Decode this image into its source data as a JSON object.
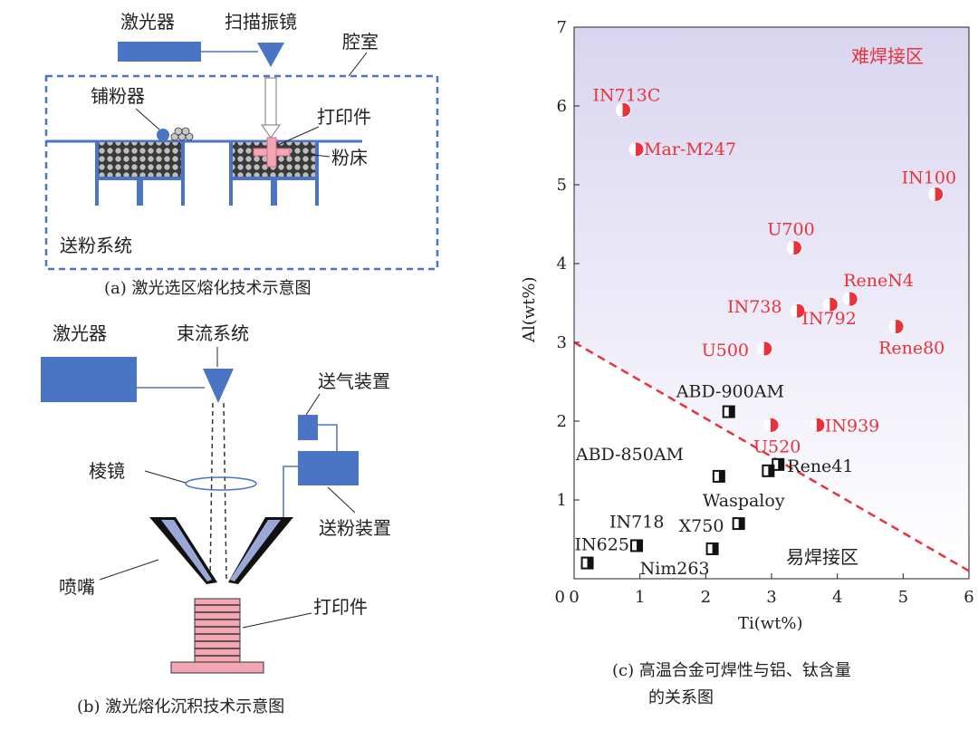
{
  "panel_a": {
    "label_laser": "激光器",
    "label_galvo": "扫描振镜",
    "label_chamber": "腔室",
    "label_recoater": "铺粉器",
    "label_part": "打印件",
    "label_bed": "粉床",
    "label_feed": "送粉系统",
    "caption": "(a) 激光选区熔化技术示意图"
  },
  "panel_b": {
    "label_laser": "激光器",
    "label_beam": "束流系统",
    "label_gas": "送气装置",
    "label_prism": "棱镜",
    "label_powder": "送粉装置",
    "label_nozzle": "喷嘴",
    "label_part": "打印件",
    "caption": "(b) 激光熔化沉积技术示意图"
  },
  "panel_c": {
    "caption_line1": "(c) 高温合金可焊性与铝、钛含量",
    "caption_line2": "的关系图"
  },
  "colors": {
    "blue": "#4a74c4",
    "red": "#e8323c",
    "pink": "#f3a7b4",
    "dark": "#222222"
  },
  "chart_data": {
    "type": "scatter",
    "xlabel": "Ti(wt%)",
    "ylabel": "Al(wt%)",
    "xlim": [
      0,
      6
    ],
    "ylim": [
      0,
      7
    ],
    "xticks": [
      0,
      1,
      2,
      3,
      4,
      5,
      6
    ],
    "yticks": [
      1,
      2,
      3,
      4,
      5,
      6,
      7
    ],
    "region_hard": "难焊接区",
    "region_easy": "易焊接区",
    "boundary": {
      "x": [
        0,
        6
      ],
      "y": [
        3,
        0.1
      ]
    },
    "series": [
      {
        "group": "hard",
        "points": [
          {
            "label": "IN713C",
            "x": 0.75,
            "y": 5.95
          },
          {
            "label": "Mar-M247",
            "x": 0.95,
            "y": 5.45
          },
          {
            "label": "IN100",
            "x": 5.5,
            "y": 4.88
          },
          {
            "label": "U700",
            "x": 3.35,
            "y": 4.2
          },
          {
            "label": "ReneN4",
            "x": 4.2,
            "y": 3.55
          },
          {
            "label": "IN738",
            "x": 3.4,
            "y": 3.4
          },
          {
            "label": "IN792",
            "x": 3.9,
            "y": 3.48
          },
          {
            "label": "Rene80",
            "x": 4.9,
            "y": 3.2
          },
          {
            "label": "U500",
            "x": 2.9,
            "y": 2.92
          },
          {
            "label": "IN939",
            "x": 3.7,
            "y": 1.95
          },
          {
            "label": "U520",
            "x": 3.0,
            "y": 1.95
          }
        ]
      },
      {
        "group": "easy",
        "points": [
          {
            "label": "ABD-900AM",
            "x": 2.35,
            "y": 2.12
          },
          {
            "label": "Rene41",
            "x": 3.1,
            "y": 1.45
          },
          {
            "label": "",
            "x": 2.95,
            "y": 1.37
          },
          {
            "label": "ABD-850AM",
            "x": 2.2,
            "y": 1.3
          },
          {
            "label": "Waspaloy",
            "x": 2.2,
            "y": 1.3
          },
          {
            "label": "X750",
            "x": 2.5,
            "y": 0.7
          },
          {
            "label": "IN718",
            "x": 0.95,
            "y": 0.42
          },
          {
            "label": "Nim263",
            "x": 2.1,
            "y": 0.38
          },
          {
            "label": "IN625",
            "x": 0.2,
            "y": 0.2
          }
        ]
      }
    ]
  }
}
